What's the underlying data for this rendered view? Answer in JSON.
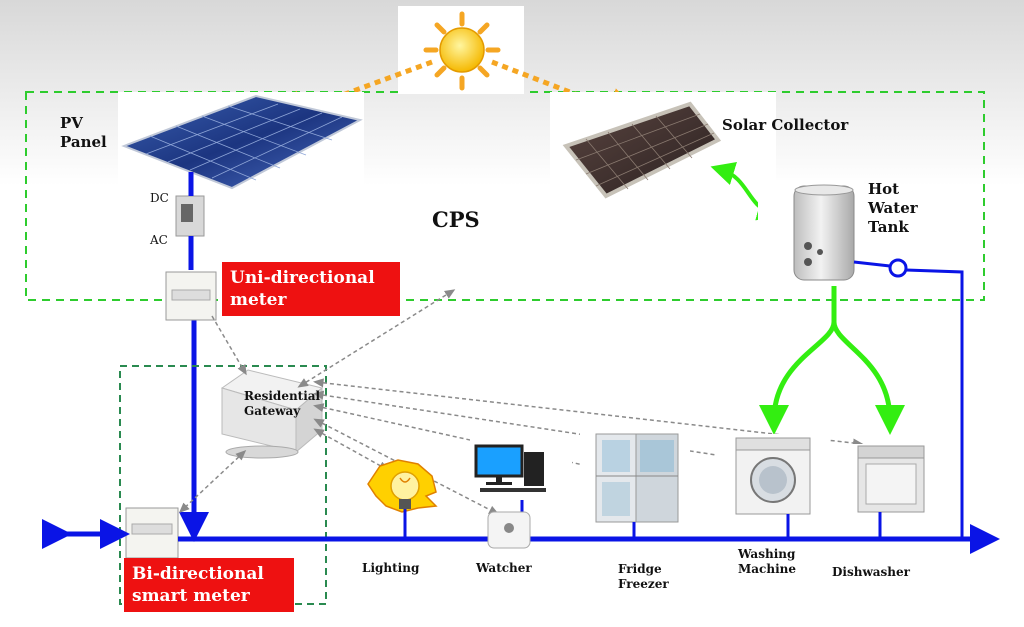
{
  "labels": {
    "pv_panel": "PV\nPanel",
    "dc": "DC",
    "ac": "AC",
    "cps": "CPS",
    "solar_collector": "Solar Collector",
    "hot_water_tank": "Hot\nWater\nTank",
    "uni_meter": "Uni-directional\nmeter",
    "bi_meter": "Bi-directional\nsmart meter",
    "gateway": "Residential\nGateway",
    "lighting": "Lighting",
    "watcher": "Watcher",
    "fridge": "Fridge\nFreezer",
    "washing": "Washing\nMachine",
    "dishwasher": "Dishwasher"
  },
  "colors": {
    "bus": "#0a14e6",
    "green_frame": "#2ecc2e",
    "green_arrows": "#33ee11",
    "gateway_frame": "#2a8a50",
    "sun_rays": "#f5a623",
    "meter_label_bg": "#ee1111",
    "dashed_link": "#8a8a8a"
  }
}
